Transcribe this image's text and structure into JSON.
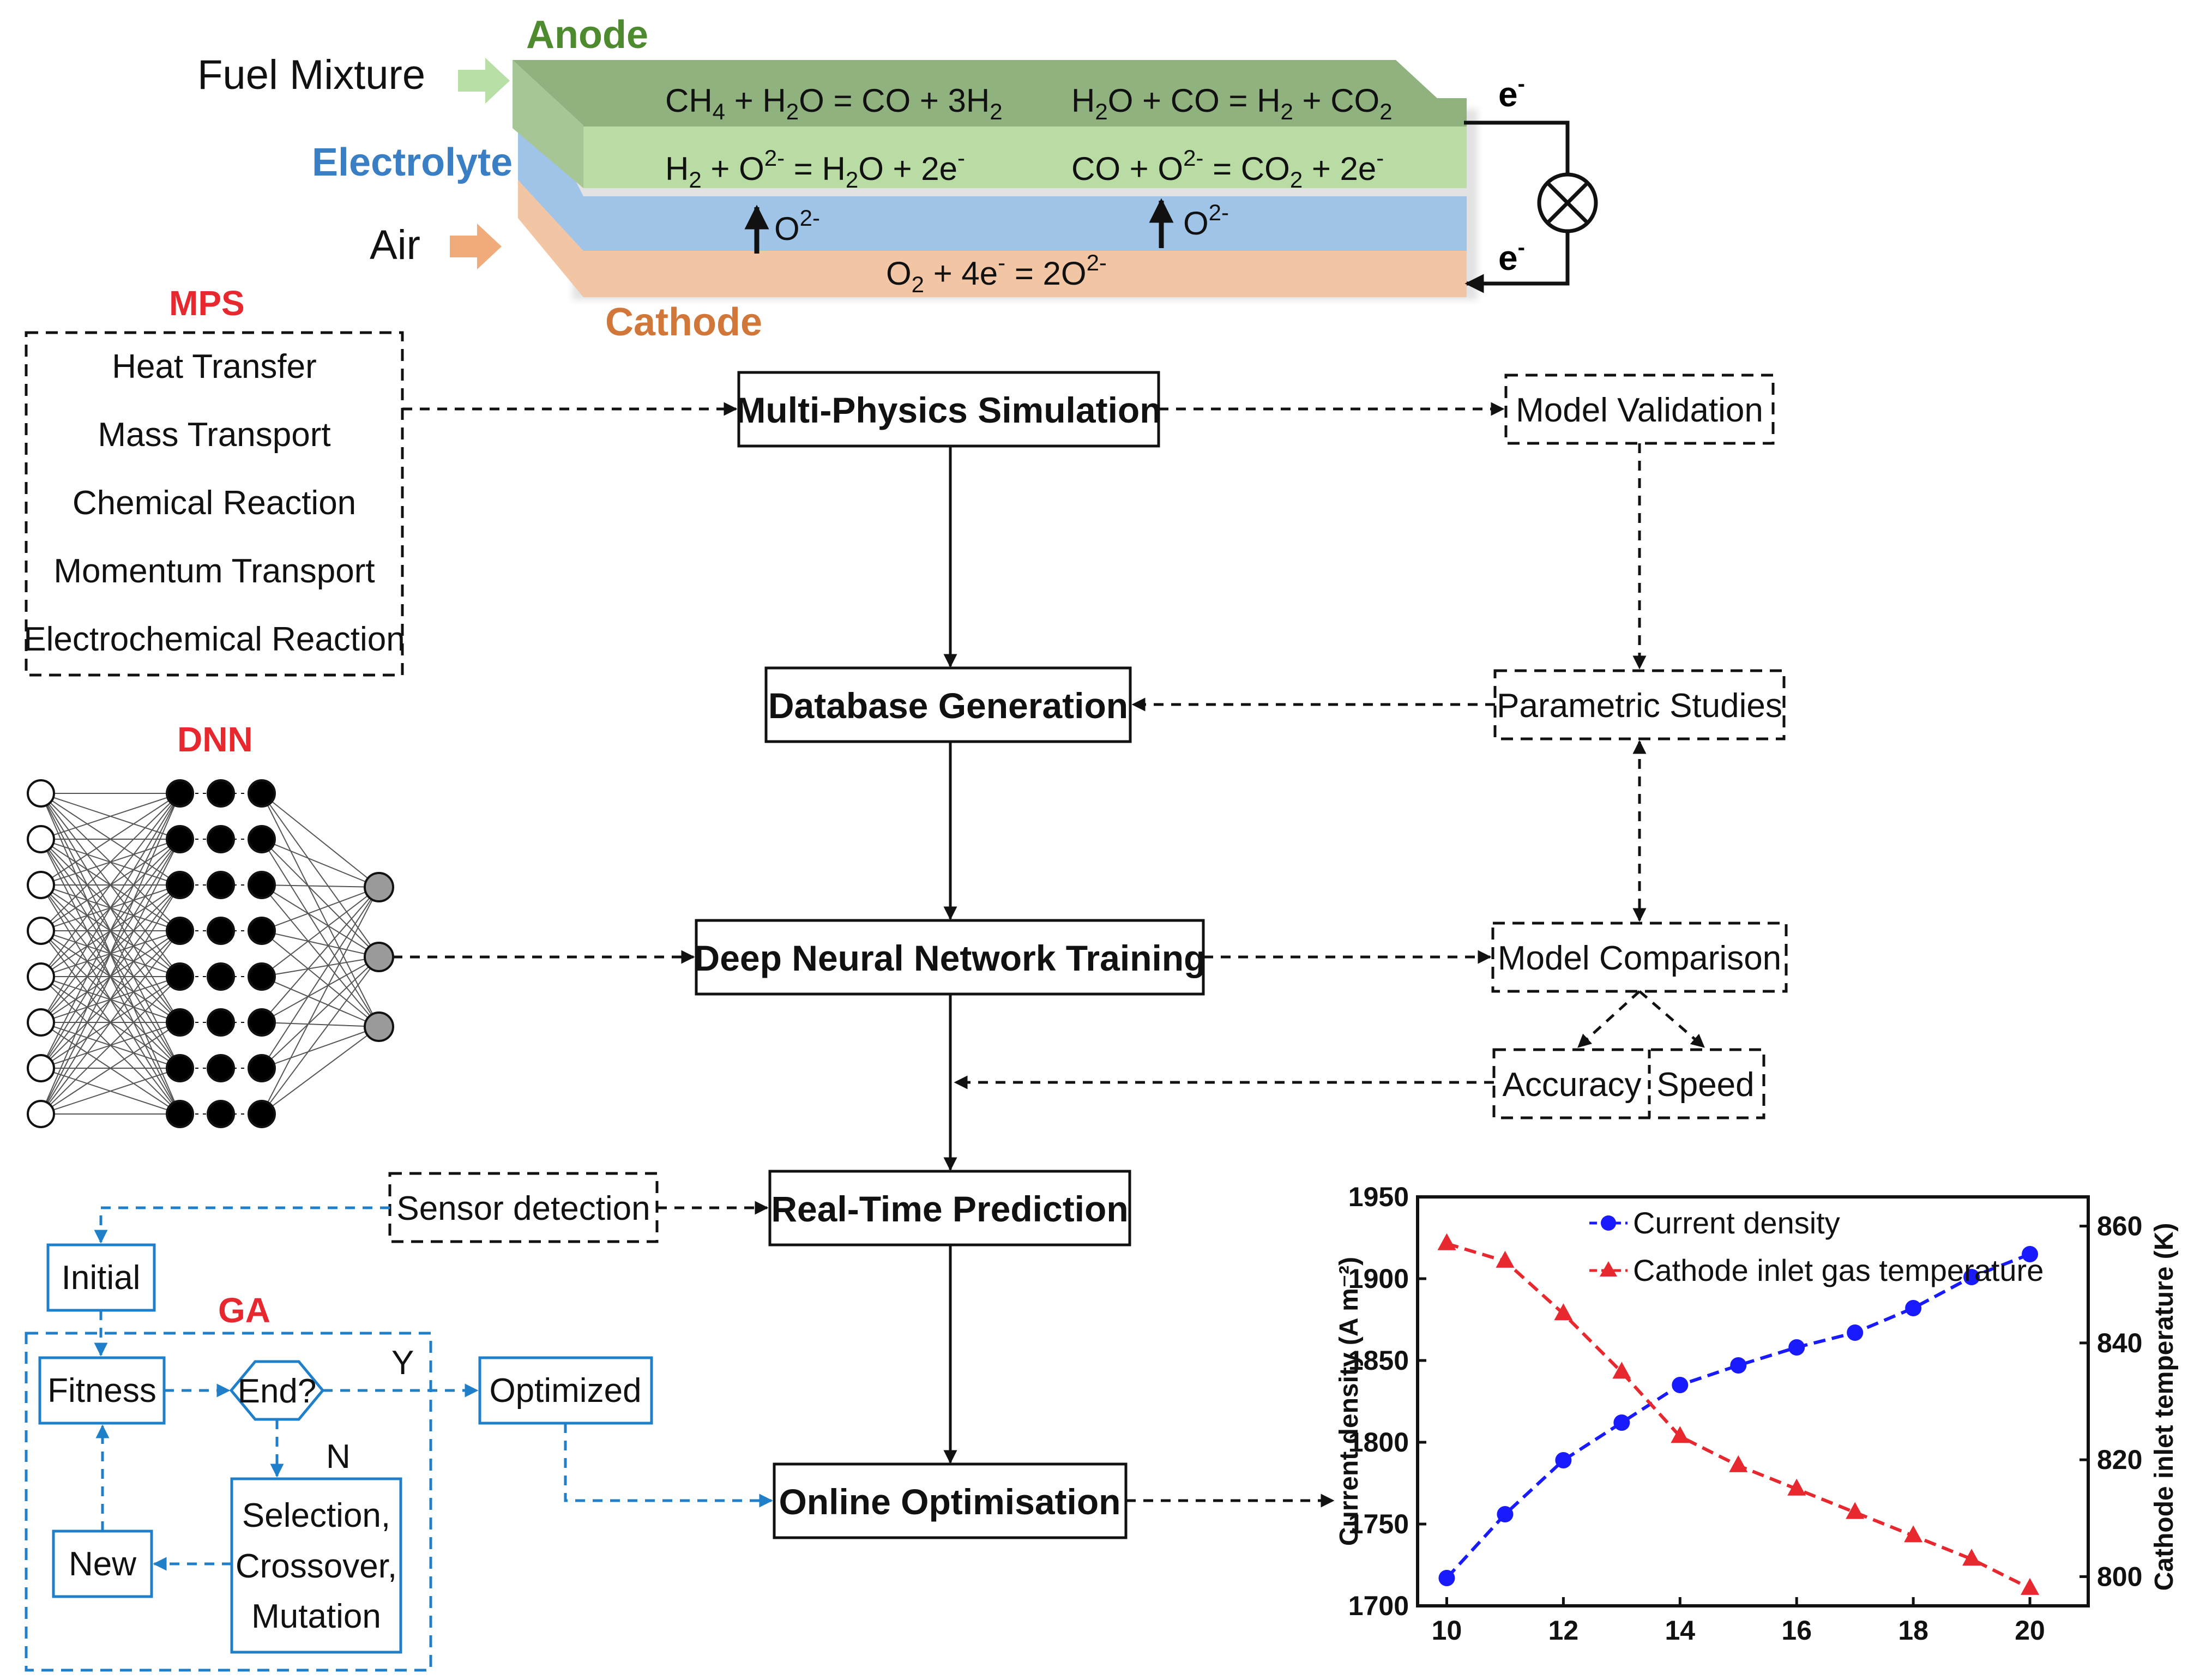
{
  "cell": {
    "anode": "Anode",
    "electrolyte": "Electrolyte",
    "cathode": "Cathode",
    "fuel_mixture": "Fuel Mixture",
    "air": "Air",
    "electron": "e",
    "electron_sup": "-",
    "ion": "O",
    "ion_sup": "2-",
    "colors": {
      "anode": "#8fb27f",
      "anode_front": "#b9dca4",
      "electrolyte": "#9fc4e8",
      "cathode": "#f2c6a4",
      "anode_label": "#4e8a2e",
      "electrolyte_label": "#3a7ec4",
      "cathode_label": "#d2773a",
      "arrow_green": "#b7dfa6",
      "arrow_orange": "#f0ab7a"
    }
  },
  "mps": {
    "title": "MPS",
    "items": [
      "Heat Transfer",
      "Mass Transport",
      "Chemical Reaction",
      "Momentum Transport",
      "Electrochemical Reaction"
    ]
  },
  "flow": {
    "mps_sim": "Multi-Physics Simulation",
    "database": "Database Generation",
    "dnn_training": "Deep Neural Network Training",
    "realtime": "Real-Time Prediction",
    "online": "Online Optimisation",
    "validation": "Model Validation",
    "parametric": "Parametric Studies",
    "comparison": "Model Comparison",
    "accuracy": "Accuracy",
    "speed": "Speed",
    "sensor": "Sensor detection"
  },
  "dnn": {
    "title": "DNN"
  },
  "ga": {
    "title": "GA",
    "initial": "Initial",
    "fitness": "Fitness",
    "end": "End?",
    "yes": "Y",
    "no": "N",
    "optimized": "Optimized",
    "selection": "Selection,",
    "crossover": "Crossover,",
    "mutation": "Mutation",
    "new": "New",
    "color": "#1f7fc9"
  },
  "chart_data": {
    "type": "line",
    "x": [
      10,
      11,
      12,
      13,
      14,
      15,
      16,
      17,
      18,
      19,
      20
    ],
    "xlim": [
      9.5,
      21
    ],
    "xticks": [
      10,
      12,
      14,
      16,
      18,
      20
    ],
    "ylabel": "Current density (A m⁻²)",
    "ylim": [
      1700,
      1950
    ],
    "yticks": [
      1700,
      1750,
      1800,
      1850,
      1900,
      1950
    ],
    "y2label": "Cathode inlet temperature (K)",
    "y2lim": [
      795,
      865
    ],
    "y2ticks": [
      800,
      820,
      840,
      860
    ],
    "legend_position": "top",
    "series": [
      {
        "name": "Current density",
        "axis": "left",
        "marker": "circle",
        "color": "#1a1aff",
        "values": [
          1717,
          1756,
          1789,
          1812,
          1835,
          1847,
          1858,
          1867,
          1882,
          1901,
          1915
        ]
      },
      {
        "name": "Cathode inlet gas temperature",
        "axis": "right",
        "marker": "triangle",
        "color": "#e8282f",
        "values": [
          857,
          854,
          845,
          835,
          824,
          819,
          815,
          811,
          807,
          803,
          798
        ]
      }
    ]
  }
}
